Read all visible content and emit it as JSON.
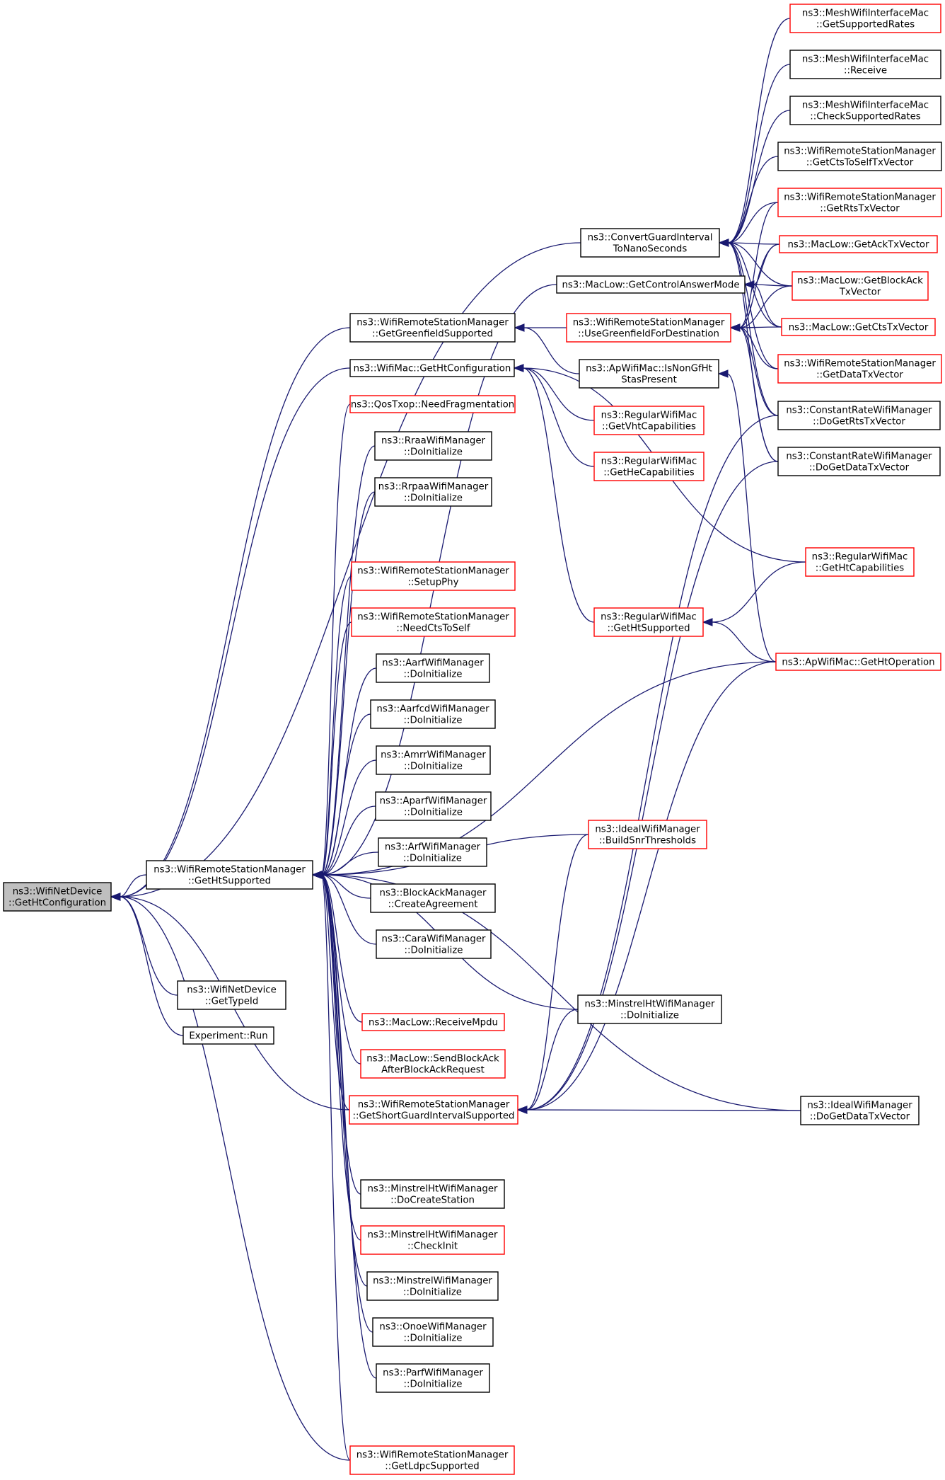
{
  "nodes": {
    "root": [
      "ns3::WifiNetDevice",
      "::GetHtConfiguration"
    ],
    "getHtSupported": [
      "ns3::WifiRemoteStationManager",
      "::GetHtSupported"
    ],
    "wndGetTypeId": [
      "ns3::WifiNetDevice",
      "::GetTypeId"
    ],
    "expRun": [
      "Experiment::Run"
    ],
    "getGreenfield": [
      "ns3::WifiRemoteStationManager",
      "::GetGreenfieldSupported"
    ],
    "wifiMacGetHt": [
      "ns3::WifiMac::GetHtConfiguration"
    ],
    "qosNeedFrag": [
      "ns3::QosTxop::NeedFragmentation"
    ],
    "rraa": [
      "ns3::RraaWifiManager",
      "::DoInitialize"
    ],
    "rrpaa": [
      "ns3::RrpaaWifiManager",
      "::DoInitialize"
    ],
    "setupPhy": [
      "ns3::WifiRemoteStationManager",
      "::SetupPhy"
    ],
    "needCts": [
      "ns3::WifiRemoteStationManager",
      "::NeedCtsToSelf"
    ],
    "aarf": [
      "ns3::AarfWifiManager",
      "::DoInitialize"
    ],
    "aarfcd": [
      "ns3::AarfcdWifiManager",
      "::DoInitialize"
    ],
    "amrr": [
      "ns3::AmrrWifiManager",
      "::DoInitialize"
    ],
    "aparf": [
      "ns3::AparfWifiManager",
      "::DoInitialize"
    ],
    "arf": [
      "ns3::ArfWifiManager",
      "::DoInitialize"
    ],
    "blockAck": [
      "ns3::BlockAckManager",
      "::CreateAgreement"
    ],
    "cara": [
      "ns3::CaraWifiManager",
      "::DoInitialize"
    ],
    "receiveMpdu": [
      "ns3::MacLow::ReceiveMpdu"
    ],
    "sendBlockAck": [
      "ns3::MacLow::SendBlockAck",
      "AfterBlockAckRequest"
    ],
    "getSgi": [
      "ns3::WifiRemoteStationManager",
      "::GetShortGuardIntervalSupported"
    ],
    "minstrelHtCreate": [
      "ns3::MinstrelHtWifiManager",
      "::DoCreateStation"
    ],
    "minstrelHtCheck": [
      "ns3::MinstrelHtWifiManager",
      "::CheckInit"
    ],
    "minstrelInit": [
      "ns3::MinstrelWifiManager",
      "::DoInitialize"
    ],
    "onoe": [
      "ns3::OnoeWifiManager",
      "::DoInitialize"
    ],
    "parf": [
      "ns3::ParfWifiManager",
      "::DoInitialize"
    ],
    "getLdpc": [
      "ns3::WifiRemoteStationManager",
      "::GetLdpcSupported"
    ],
    "convertGi": [
      "ns3::ConvertGuardInterval",
      "ToNanoSeconds"
    ],
    "getCtrlAnswer": [
      "ns3::MacLow::GetControlAnswerMode"
    ],
    "useGreenfield": [
      "ns3::WifiRemoteStationManager",
      "::UseGreenfieldForDestination"
    ],
    "isNonGf": [
      "ns3::ApWifiMac::IsNonGfHt",
      "StasPresent"
    ],
    "regGetHtSupported": [
      "ns3::RegularWifiMac",
      "::GetHtSupported"
    ],
    "idealBuildSnr": [
      "ns3::IdealWifiManager",
      "::BuildSnrThresholds"
    ],
    "minstrelHtInit": [
      "ns3::MinstrelHtWifiManager",
      "::DoInitialize"
    ],
    "meshGetSupported": [
      "ns3::MeshWifiInterfaceMac",
      "::GetSupportedRates"
    ],
    "meshReceive": [
      "ns3::MeshWifiInterfaceMac",
      "::Receive"
    ],
    "meshCheck": [
      "ns3::MeshWifiInterfaceMac",
      "::CheckSupportedRates"
    ],
    "getCtsToSelf": [
      "ns3::WifiRemoteStationManager",
      "::GetCtsToSelfTxVector"
    ],
    "getRts": [
      "ns3::WifiRemoteStationManager",
      "::GetRtsTxVector"
    ],
    "ackTx": [
      "ns3::MacLow::GetAckTxVector"
    ],
    "blockAckTx": [
      "ns3::MacLow::GetBlockAck",
      "TxVector"
    ],
    "ctsTx": [
      "ns3::MacLow::GetCtsTxVector"
    ],
    "dataTx": [
      "ns3::WifiRemoteStationManager",
      "::GetDataTxVector"
    ],
    "constRts": [
      "ns3::ConstantRateWifiManager",
      "::DoGetRtsTxVector"
    ],
    "constData": [
      "ns3::ConstantRateWifiManager",
      "::DoGetDataTxVector"
    ],
    "vhtCap": [
      "ns3::RegularWifiMac",
      "::GetVhtCapabilities"
    ],
    "heCap": [
      "ns3::RegularWifiMac",
      "::GetHeCapabilities"
    ],
    "htCap": [
      "ns3::RegularWifiMac",
      "::GetHtCapabilities"
    ],
    "apHtOp": [
      "ns3::ApWifiMac::GetHtOperation"
    ],
    "idealData": [
      "ns3::IdealWifiManager",
      "::DoGetDataTxVector"
    ]
  },
  "colors": {
    "edge": "#191970",
    "root_fill": "#bfbfbf",
    "border_default": "#000000",
    "border_truncated": "#ff0000"
  }
}
